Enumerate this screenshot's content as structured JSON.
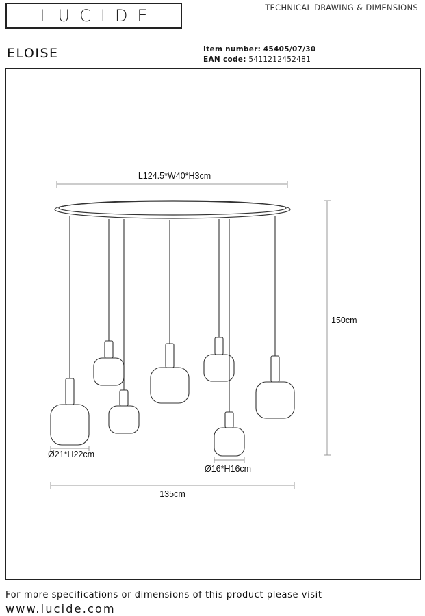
{
  "brand": {
    "logo_text": "LUCIDE"
  },
  "header": {
    "doc_type": "TECHNICAL DRAWING & DIMENSIONS",
    "product_name": "ELOISE",
    "item_number_label": "Item number:",
    "item_number": "45405/07/30",
    "ean_label": "EAN code:",
    "ean": "5411212452481"
  },
  "drawing": {
    "top_dimension": "L124.5*W40*H3cm",
    "height_dimension": "150cm",
    "large_shade_dimension": "Ø21*H22cm",
    "small_shade_dimension": "Ø16*H16cm",
    "width_dimension": "135cm"
  },
  "footer": {
    "note": "For more specifications or dimensions of this product please visit",
    "url": "www.lucide.com"
  }
}
